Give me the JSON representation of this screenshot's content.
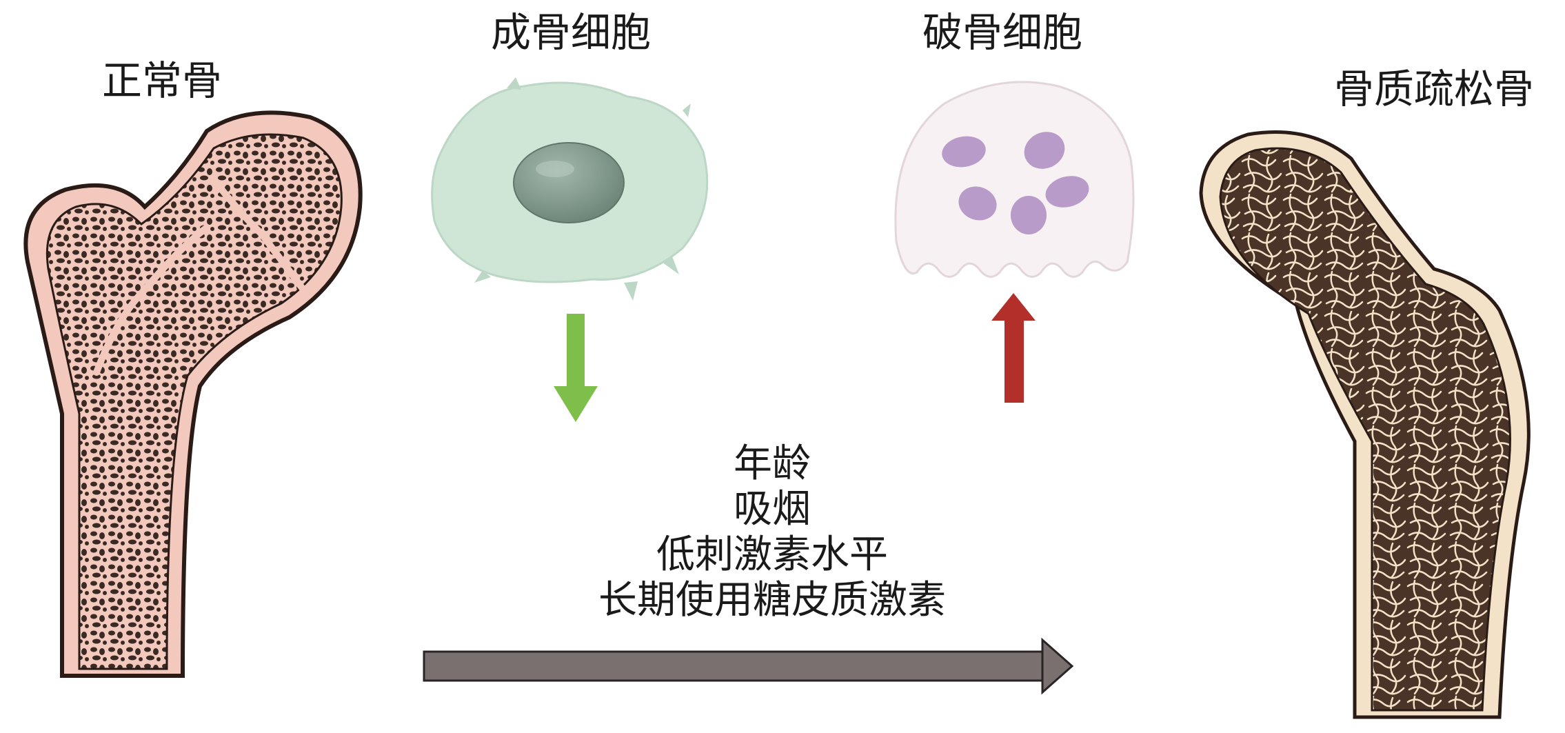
{
  "labels": {
    "normal_bone": "正常骨",
    "osteoblast": "成骨细胞",
    "osteoclast": "破骨细胞",
    "osteoporotic_bone": "骨质疏松骨"
  },
  "risk_factors": [
    "年龄",
    "吸烟",
    "低刺激素水平",
    "长期使用糖皮质激素"
  ],
  "colors": {
    "normal_bone_fill": "#f2c9bc",
    "normal_bone_pores": "#3b2a24",
    "osteoporotic_fill": "#f3e2c8",
    "osteoporotic_matrix": "#4a3427",
    "osteoblast_fill": "#cfe6d6",
    "osteoblast_nucleus": "#7f978a",
    "osteoclast_fill": "#f7f1f4",
    "osteoclast_nuclei": "#b89bc8",
    "down_arrow": "#7dbf4a",
    "up_arrow": "#b3302a",
    "progression_arrow": "#7a7070"
  },
  "icons": {
    "osteoblast_trend": "arrow-down-icon",
    "osteoclast_trend": "arrow-up-icon",
    "progression": "arrow-right-icon"
  }
}
